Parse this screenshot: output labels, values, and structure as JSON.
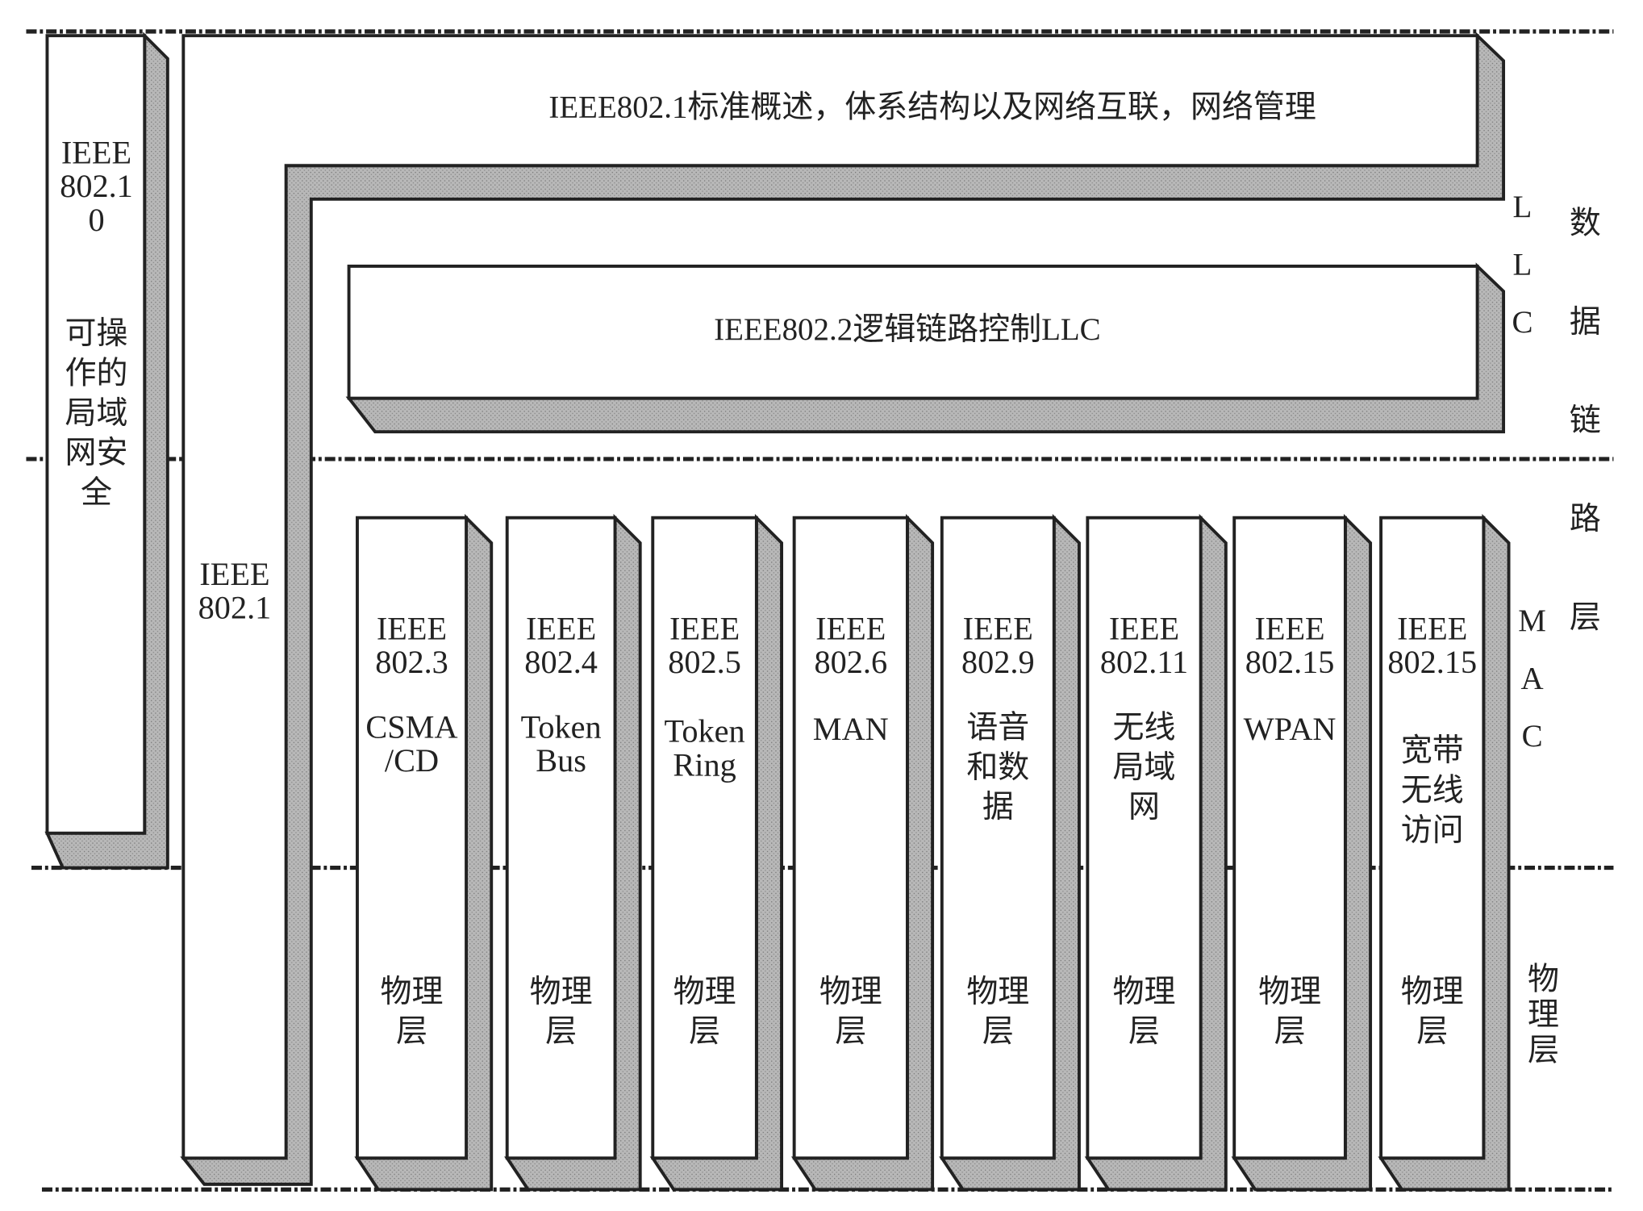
{
  "left_box": {
    "title": "IEEE\n802.1\n0",
    "subtitle": "可操\n作的\n局域\n网安\n全"
  },
  "ieee8021_box": {
    "title": "IEEE\n802.1"
  },
  "top_bar": {
    "label": "IEEE802.1标准概述，体系结构以及网络互联，网络管理"
  },
  "llc_bar": {
    "label": "IEEE802.2逻辑链路控制LLC"
  },
  "columns": [
    {
      "title": "IEEE\n802.3",
      "subtitle": "CSMA\n/CD",
      "phy": "物理\n层"
    },
    {
      "title": "IEEE\n802.4",
      "subtitle": "Token\nBus",
      "phy": "物理\n层"
    },
    {
      "title": "IEEE\n802.5",
      "subtitle": "Token\nRing",
      "phy": "物理\n层"
    },
    {
      "title": "IEEE\n802.6",
      "subtitle": "MAN",
      "phy": "物理\n层"
    },
    {
      "title": "IEEE\n802.9",
      "subtitle": "语音\n和数\n据",
      "phy": "物理\n层"
    },
    {
      "title": "IEEE\n802.11",
      "subtitle": "无线\n局域\n网",
      "phy": "物理\n层"
    },
    {
      "title": "IEEE\n802.15",
      "subtitle": "WPAN",
      "phy": "物理\n层"
    },
    {
      "title": "IEEE\n802.15",
      "subtitle": "宽带\n无线\n访问",
      "phy": "物理\n层"
    }
  ],
  "side_labels": {
    "llc": "L\nL\nC",
    "mac": "M\nA\nC",
    "data_link": "数\n\n据\n\n链\n\n路\n\n层",
    "physical": "物\n理\n层"
  }
}
